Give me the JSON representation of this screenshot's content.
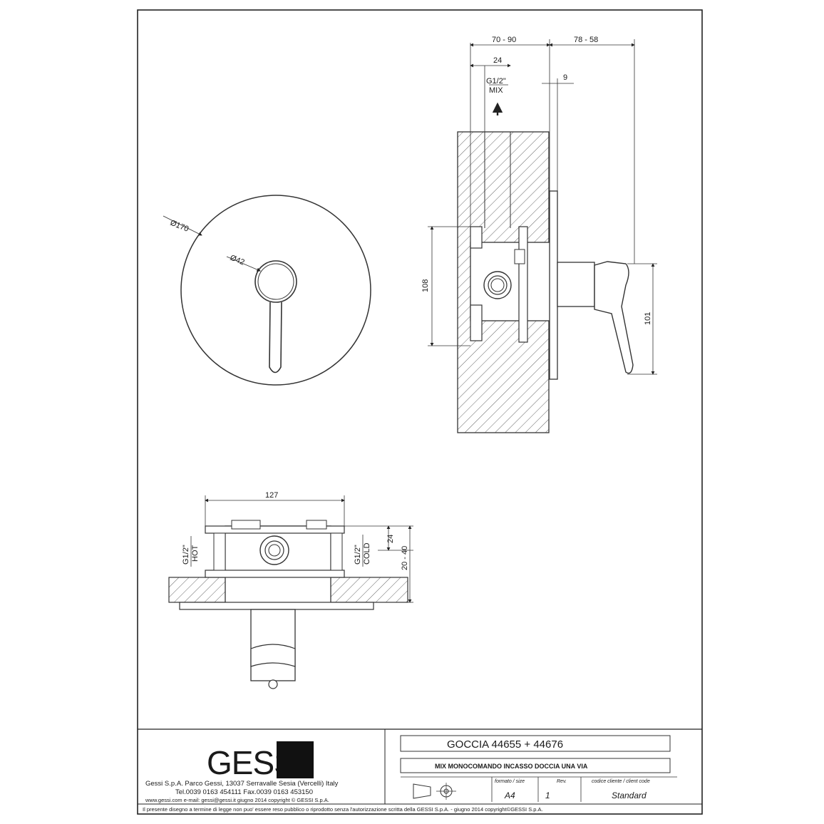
{
  "front_view": {
    "outer_diameter": "Ø170",
    "inner_diameter": "Ø42"
  },
  "side_view": {
    "dim_top_left": "70 - 90",
    "dim_top_right": "78 - 58",
    "dim_24": "24",
    "dim_9": "9",
    "outlet_label": "G1/2\"",
    "outlet_sub": "MIX",
    "dim_108": "108",
    "dim_101": "101"
  },
  "bottom_view": {
    "dim_127": "127",
    "hot_label": "G1/2\"",
    "hot_sub": "HOT",
    "cold_label": "G1/2\"",
    "cold_sub": "COLD",
    "dim_24": "24",
    "dim_20_40": "20 - 40"
  },
  "title_block": {
    "logo_text": "GESSI",
    "company_line": "Gessi S.p.A. Parco Gessi, 13037 Serravalle Sesia (Vercelli) Italy",
    "phone_line": "Tel.0039 0163 454111 Fax.0039 0163 453150",
    "web_line": "www.gessi.com  e-mail: gessi@gessi.it   giugno 2014   copyright © GESSI S.p.A.",
    "product_title": "GOCCIA  44655 + 44676",
    "product_desc": "MIX MONOCOMANDO INCASSO DOCCIA UNA VIA",
    "format_label": "formato / size",
    "format_value": "A4",
    "rev_label": "Rev.",
    "rev_value": "1",
    "client_code_label": "codice cliente / client code",
    "client_code_value": "Standard",
    "disclaimer": "Il presente disegno a termine di legge non puo' essere reso pubblico o riprodotto senza l'autorizzazione scritta della GESSI S.p.A. - giugno 2014   copyright©GESSI S.p.A."
  }
}
